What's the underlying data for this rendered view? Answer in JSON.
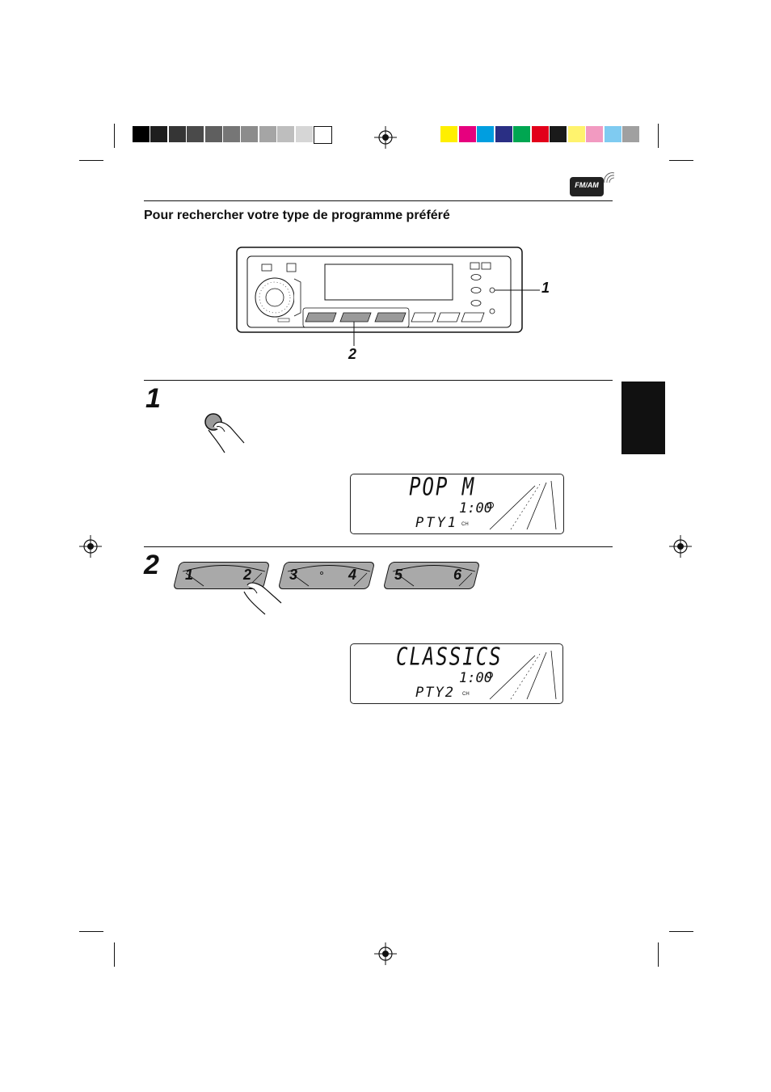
{
  "color_bar": {
    "grays": [
      "#000000",
      "#1e1e1e",
      "#353535",
      "#4a4a4a",
      "#5f5f5f",
      "#767676",
      "#8c8c8c",
      "#a5a5a5",
      "#bebebe",
      "#d6d6d6",
      "#ffffff"
    ],
    "colors": [
      "#ffef00",
      "#e6007e",
      "#009ee0",
      "#2a2f84",
      "#00a651",
      "#e2001a",
      "#1a1a1a",
      "#fff36d",
      "#f29ac1",
      "#7fcbf1",
      "#a0a0a0"
    ]
  },
  "header": {
    "badge_label": "FM/AM"
  },
  "section": {
    "title": "Pour rechercher votre type de programme préféré"
  },
  "device": {
    "callout_1": "1",
    "callout_2": "2"
  },
  "step1": {
    "number": "1",
    "display": {
      "line1": "POP M",
      "clock": "1:00",
      "line3": "PTY1",
      "ch": "CH"
    }
  },
  "step2": {
    "number": "2",
    "buttons": [
      {
        "left": "1",
        "right": "2"
      },
      {
        "left": "3",
        "right": "4"
      },
      {
        "left": "5",
        "right": "6"
      }
    ],
    "display": {
      "line1": "CLASSICS",
      "clock": "1:00",
      "line3": "PTY2",
      "ch": "CH"
    }
  }
}
